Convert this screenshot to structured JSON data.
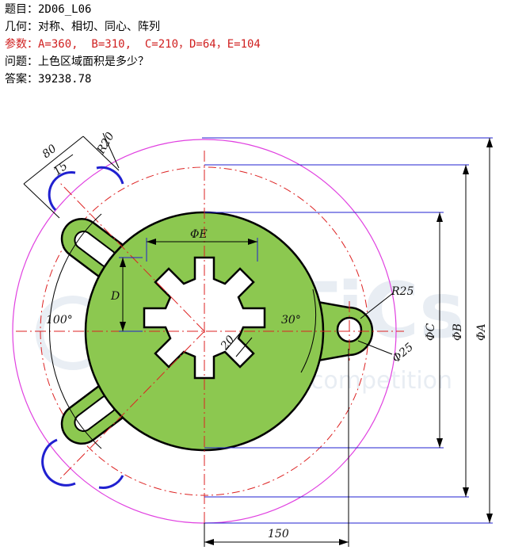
{
  "header": {
    "line1": "题目：2D06_L06",
    "line2": "几何：对称、相切、同心、阵列",
    "line3": "参数：A=360,  B=310,  C=210，D=64，E=104",
    "line4": "问题：上色区域面积是多少？",
    "line5": "答案：39238.78"
  },
  "labels": {
    "phiE": "ΦE",
    "D": "D",
    "phiC": "ΦC",
    "phiB": "ΦB",
    "phiA": "ΦA",
    "r20": "R20",
    "d80": "80",
    "d15": "15",
    "ang100": "100°",
    "ang30": "30°",
    "r25": "R25",
    "phi25": "Φ25",
    "d20": "20",
    "d150": "150"
  },
  "watermark": {
    "brand": "CaTiCs",
    "tagline": "CAD digital competition"
  },
  "colors": {
    "fill": "#8cc850",
    "outline": "#000000",
    "pink": "#e040e0",
    "red": "#dd2222",
    "blue": "#2020d0",
    "header_red": "#d02020"
  }
}
